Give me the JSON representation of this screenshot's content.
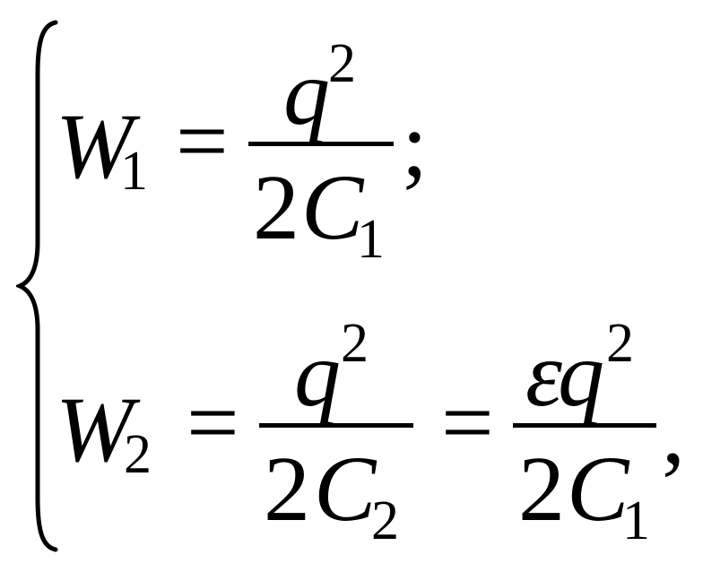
{
  "equations": {
    "row1": {
      "lhs_var": "W",
      "lhs_sub": "1",
      "equals": "=",
      "frac_num_var": "q",
      "frac_num_exp": "2",
      "frac_den_coef": "2",
      "frac_den_var": "C",
      "frac_den_sub": "1",
      "terminator": ";"
    },
    "row2": {
      "lhs_var": "W",
      "lhs_sub": "2",
      "equals1": "=",
      "frac1_num_var": "q",
      "frac1_num_exp": "2",
      "frac1_den_coef": "2",
      "frac1_den_var": "C",
      "frac1_den_sub": "2",
      "equals2": "=",
      "frac2_num_eps": "ε",
      "frac2_num_var": "q",
      "frac2_num_exp": "2",
      "frac2_den_coef": "2",
      "frac2_den_var": "C",
      "frac2_den_sub": "1",
      "terminator": ","
    }
  }
}
